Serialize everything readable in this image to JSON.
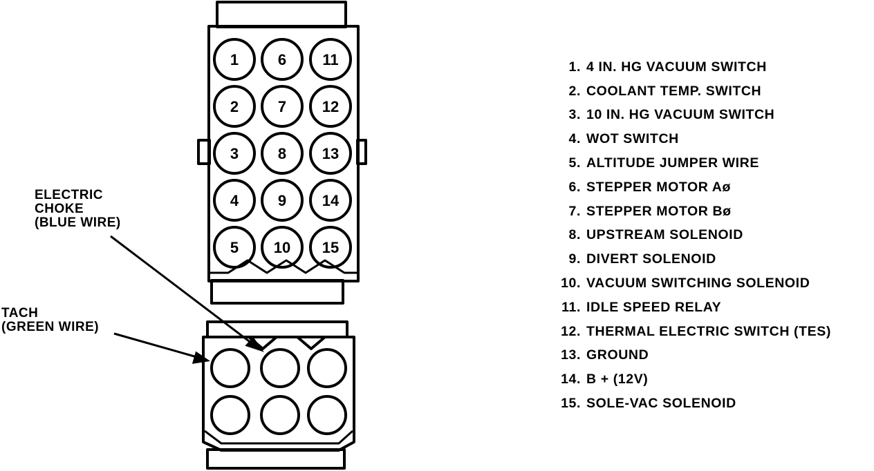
{
  "connector": {
    "pins": [
      "1",
      "6",
      "11",
      "2",
      "7",
      "12",
      "3",
      "8",
      "13",
      "4",
      "9",
      "14",
      "5",
      "10",
      "15"
    ]
  },
  "callouts": {
    "electric_choke": [
      "ELECTRIC",
      "CHOKE",
      "(BLUE WIRE)"
    ],
    "tach": [
      "TACH",
      "(GREEN WIRE)"
    ]
  },
  "legend": [
    {
      "num": "1.",
      "label": "4 IN. HG VACUUM SWITCH"
    },
    {
      "num": "2.",
      "label": "COOLANT TEMP. SWITCH"
    },
    {
      "num": "3.",
      "label": "10 IN. HG VACUUM SWITCH"
    },
    {
      "num": "4.",
      "label": "WOT SWITCH"
    },
    {
      "num": "5.",
      "label": "ALTITUDE JUMPER WIRE"
    },
    {
      "num": "6.",
      "label": "STEPPER MOTOR Aø"
    },
    {
      "num": "7.",
      "label": "STEPPER MOTOR Bø"
    },
    {
      "num": "8.",
      "label": "UPSTREAM SOLENOID"
    },
    {
      "num": "9.",
      "label": "DIVERT SOLENOID"
    },
    {
      "num": "10.",
      "label": "VACUUM SWITCHING SOLENOID"
    },
    {
      "num": "11.",
      "label": "IDLE SPEED RELAY"
    },
    {
      "num": "12.",
      "label": "THERMAL ELECTRIC SWITCH (TES)"
    },
    {
      "num": "13.",
      "label": "GROUND"
    },
    {
      "num": "14.",
      "label": "B + (12V)"
    },
    {
      "num": "15.",
      "label": "SOLE-VAC SOLENOID"
    }
  ]
}
